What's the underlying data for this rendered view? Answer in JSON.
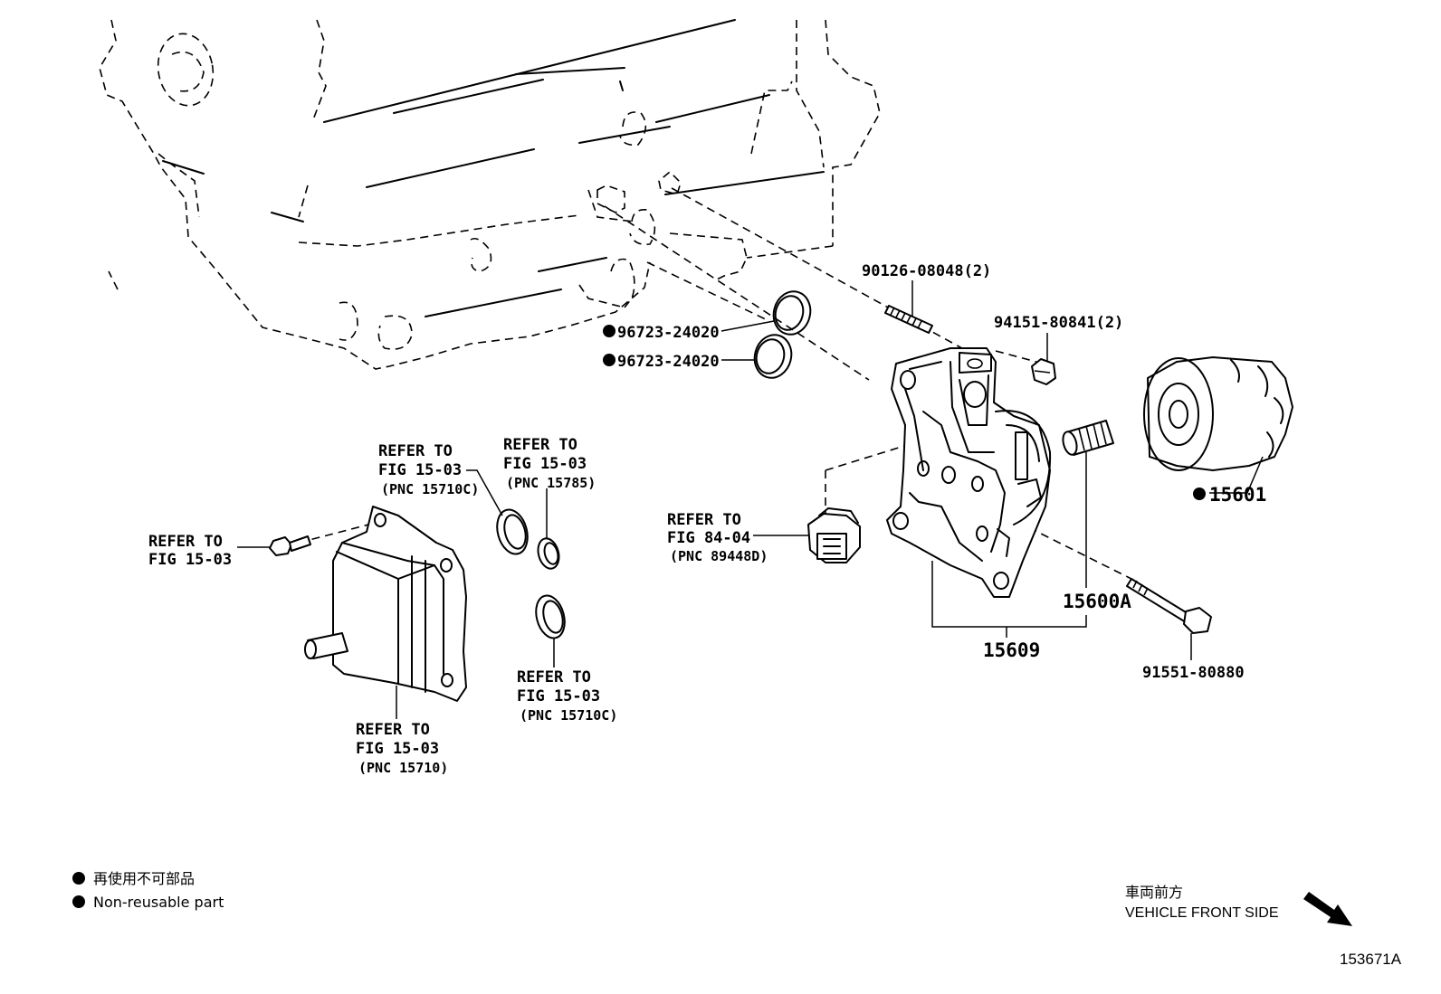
{
  "labels": {
    "stud": "90126-08048(2)",
    "nut": "94151-80841(2)",
    "oring1": "96723-24020",
    "oring2": "96723-24020",
    "filter": "15601",
    "union": "15600A",
    "bracket": "15609",
    "bolt": "91551-80880",
    "sensor": [
      "REFER TO",
      "FIG 84-04",
      "(PNC 89448D)"
    ],
    "cooler_bolt": [
      "REFER TO",
      "FIG 15-03"
    ],
    "ring_a": [
      "REFER TO",
      "FIG 15-03",
      "(PNC 15710C)"
    ],
    "ring_b": [
      "REFER TO",
      "FIG 15-03",
      "(PNC 15785)"
    ],
    "ring_c": [
      "REFER TO",
      "FIG 15-03",
      "(PNC 15710C)"
    ],
    "cooler": [
      "REFER TO",
      "FIG 15-03",
      "(PNC 15710)"
    ]
  },
  "legend": {
    "jp": "再使用不可部品",
    "en": "Non-reusable part"
  },
  "front": {
    "jp": "車両前方",
    "en": "VEHICLE FRONT SIDE"
  },
  "illustration_code": "153671A",
  "icons": {
    "non_reusable": "filled-circle",
    "direction": "arrow-down-right"
  }
}
